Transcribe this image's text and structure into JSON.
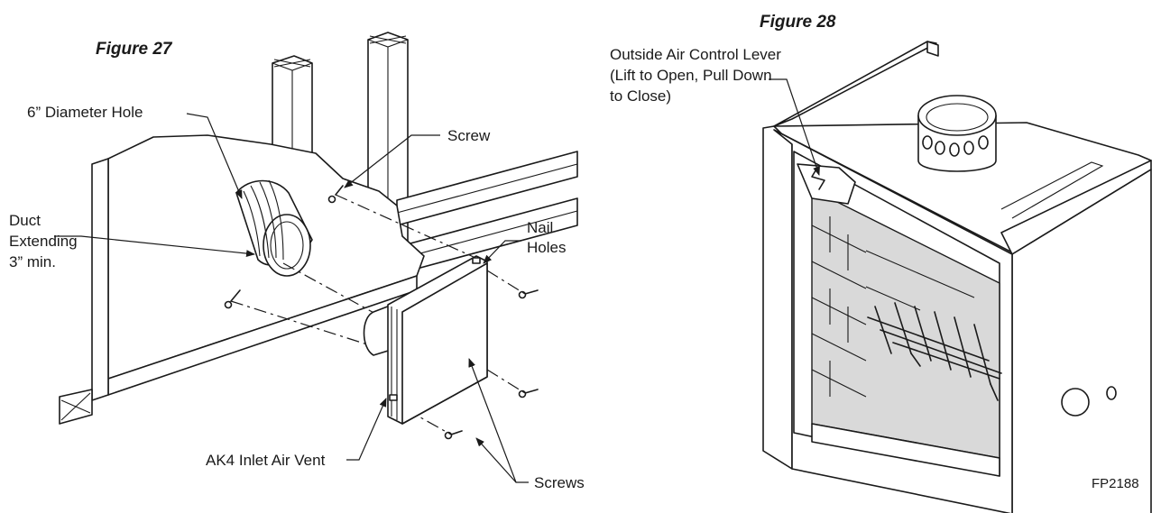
{
  "figure_27": {
    "title": "Figure 27",
    "labels": {
      "hole": "6” Diameter Hole",
      "screw": "Screw",
      "duct_line1": "Duct",
      "duct_line2": "Extending",
      "duct_line3": "3” min.",
      "nail_line1": "Nail",
      "nail_line2": "Holes",
      "vent": "AK4 Inlet Air Vent",
      "screws": "Screws"
    }
  },
  "figure_28": {
    "title": "Figure 28",
    "labels": {
      "lever_line1": "Outside Air Control Lever",
      "lever_line2": "(Lift to Open, Pull Down",
      "lever_line3": "to Close)"
    },
    "drawing_code": "FP2188"
  }
}
